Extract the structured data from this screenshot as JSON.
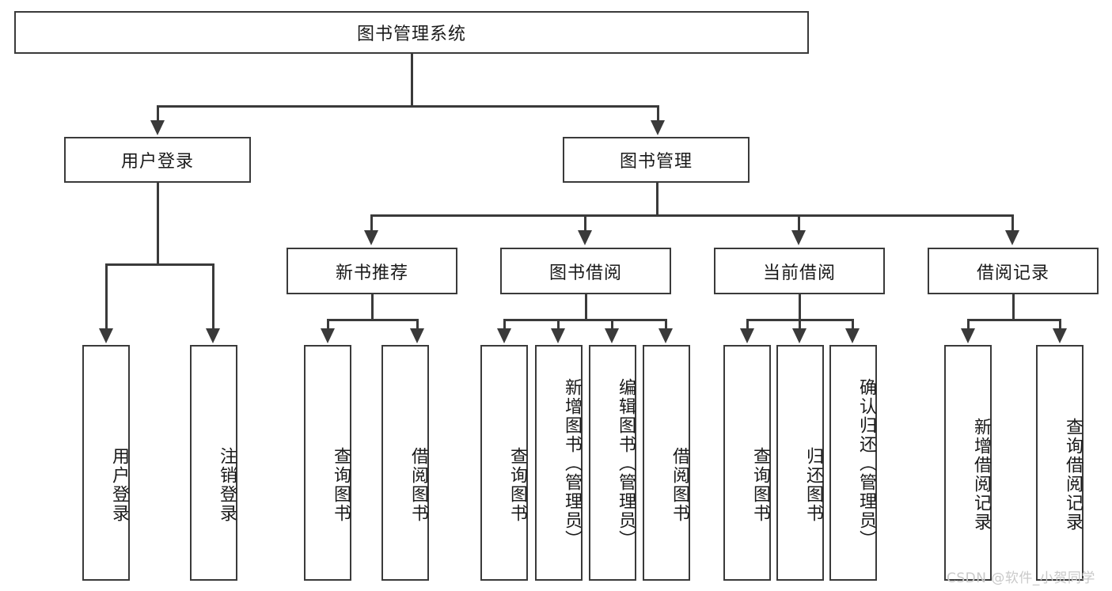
{
  "diagram": {
    "title": "图书管理系统",
    "root": {
      "label": "图书管理系统"
    },
    "level2": [
      {
        "label": "用户登录"
      },
      {
        "label": "图书管理"
      }
    ],
    "level3": [
      {
        "label": "新书推荐"
      },
      {
        "label": "图书借阅"
      },
      {
        "label": "当前借阅"
      },
      {
        "label": "借阅记录"
      }
    ],
    "leaves": {
      "user_login": [
        {
          "label": "用户登录"
        },
        {
          "label": "注销登录"
        }
      ],
      "new_book": [
        {
          "label": "查询图书"
        },
        {
          "label": "借阅图书"
        }
      ],
      "book_borrow": [
        {
          "label": "查询图书"
        },
        {
          "label": "新增图书（管理员）"
        },
        {
          "label": "编辑图书（管理员）"
        },
        {
          "label": "借阅图书"
        }
      ],
      "current_borrow": [
        {
          "label": "查询图书"
        },
        {
          "label": "归还图书"
        },
        {
          "label": "确认归还（管理员）"
        }
      ],
      "borrow_record": [
        {
          "label": "新增借阅记录"
        },
        {
          "label": "查询借阅记录"
        }
      ]
    }
  },
  "watermark": {
    "text": "CSDN @软件_小贺同学"
  },
  "colors": {
    "stroke": "#3a3a3a",
    "background": "#ffffff",
    "text": "#1a1a1a",
    "watermark": "#c9c9c9"
  }
}
